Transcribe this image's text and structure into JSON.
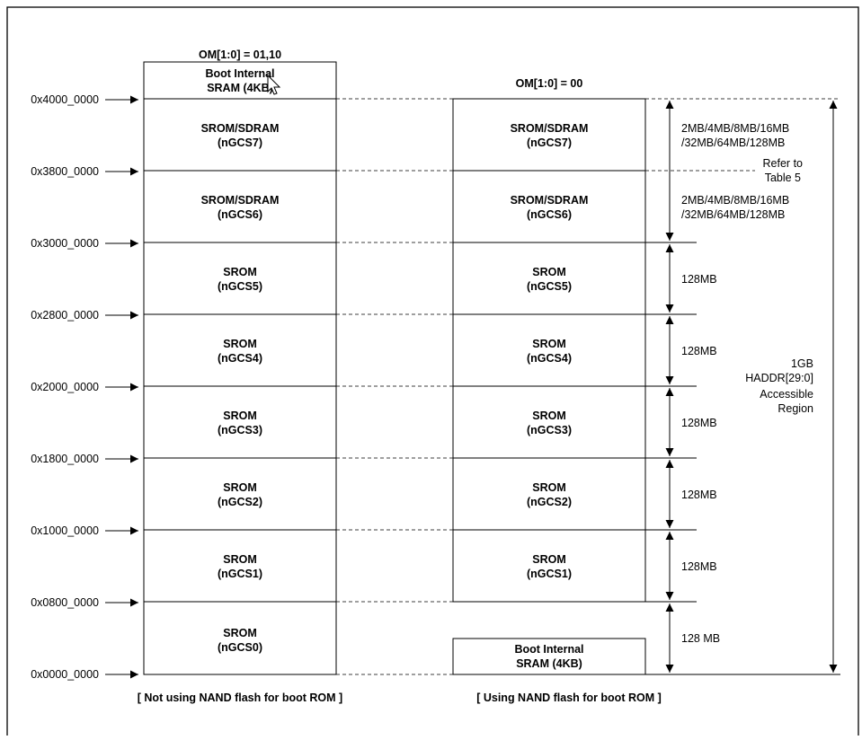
{
  "left_map": {
    "header": "OM[1:0] = 01,10",
    "boot_sram": [
      "Boot Internal",
      "SRAM (4KB)"
    ],
    "banks": [
      {
        "name": "SROM/SDRAM",
        "cs": "(nGCS7)"
      },
      {
        "name": "SROM/SDRAM",
        "cs": "(nGCS6)"
      },
      {
        "name": "SROM",
        "cs": "(nGCS5)"
      },
      {
        "name": "SROM",
        "cs": "(nGCS4)"
      },
      {
        "name": "SROM",
        "cs": "(nGCS3)"
      },
      {
        "name": "SROM",
        "cs": "(nGCS2)"
      },
      {
        "name": "SROM",
        "cs": "(nGCS1)"
      },
      {
        "name": "SROM",
        "cs": "(nGCS0)"
      }
    ],
    "caption": "[ Not using NAND flash for boot ROM ]"
  },
  "right_map": {
    "header": "OM[1:0] = 00",
    "banks": [
      {
        "name": "SROM/SDRAM",
        "cs": "(nGCS7)"
      },
      {
        "name": "SROM/SDRAM",
        "cs": "(nGCS6)"
      },
      {
        "name": "SROM",
        "cs": "(nGCS5)"
      },
      {
        "name": "SROM",
        "cs": "(nGCS4)"
      },
      {
        "name": "SROM",
        "cs": "(nGCS3)"
      },
      {
        "name": "SROM",
        "cs": "(nGCS2)"
      },
      {
        "name": "SROM",
        "cs": "(nGCS1)"
      }
    ],
    "boot_sram": [
      "Boot Internal",
      "SRAM (4KB)"
    ],
    "caption": "[ Using NAND flash for boot ROM ]"
  },
  "addresses": [
    "0x4000_0000",
    "0x3800_0000",
    "0x3000_0000",
    "0x2800_0000",
    "0x2000_0000",
    "0x1800_0000",
    "0x1000_0000",
    "0x0800_0000",
    "0x0000_0000"
  ],
  "sizes": {
    "sdram_top": [
      "2MB/4MB/8MB/16MB",
      "/32MB/64MB/128MB"
    ],
    "refer": [
      "Refer to",
      "Table 5"
    ],
    "sdram_bottom": [
      "2MB/4MB/8MB/16MB",
      "/32MB/64MB/128MB"
    ],
    "bank_128": "128MB",
    "bank0": "128 MB",
    "total": [
      "1GB",
      "HADDR[29:0]",
      "Accessible",
      "Region"
    ]
  },
  "icons": {
    "cursor": "mouse-pointer-icon",
    "arrow": "arrow-right-icon"
  }
}
